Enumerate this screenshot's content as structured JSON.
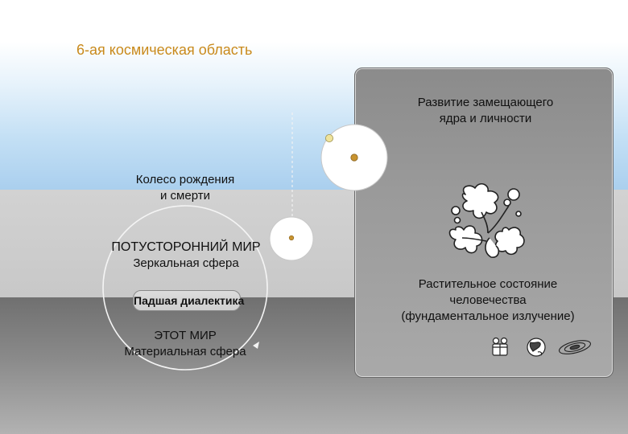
{
  "title": "6-ая космическая область",
  "panel": {
    "development_line1": "Развитие замещающего",
    "development_line2": "ядра и личности",
    "plant_line1": "Растительное состояние",
    "plant_line2": "человечества",
    "plant_line3": "(фундаментальное излучение)"
  },
  "wheel": {
    "line1": "Колесо рождения",
    "line2": "и смерти"
  },
  "other_world": {
    "line1": "ПОТУСТОРОННИЙ МИР",
    "line2": "Зеркальная сфера"
  },
  "fallen_dialectic": "Падшая диалектика",
  "this_world": {
    "line1": "ЭТОТ МИР",
    "line2": "Материальная сфера"
  },
  "icons": [
    "plant-icon",
    "gift-box-icon",
    "globe-icon",
    "galaxy-icon"
  ],
  "colors": {
    "title": "#c98a1c",
    "accent_dot": "#c8932f",
    "sky": "#aacfee",
    "panel": "#9a9a9a"
  }
}
